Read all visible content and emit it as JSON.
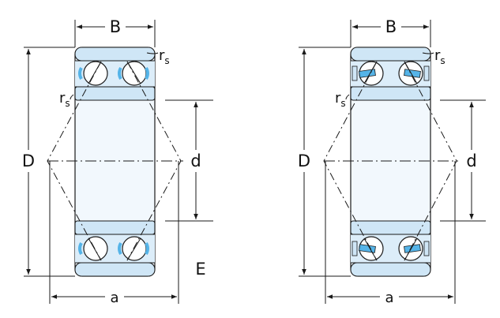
{
  "left": {
    "width_label": "B",
    "outer_dia_label": "D",
    "bore_label": "d",
    "offset_label": "a",
    "radius_top": {
      "main": "r",
      "sub": "s"
    },
    "radius_inner": {
      "main": "r",
      "sub": "s"
    },
    "suffix_label": "E"
  },
  "right": {
    "width_label": "B",
    "outer_dia_label": "D",
    "bore_label": "d",
    "offset_label": "a",
    "radius_top": {
      "main": "r",
      "sub": "s"
    },
    "radius_inner": {
      "main": "r",
      "sub": "s"
    }
  },
  "colors": {
    "ring_fill": "#cfe6f6",
    "bore_fill": "#f2f8fd",
    "ball_fill": "#ffffff",
    "cage_fill": "#55b4e8",
    "line": "#1a1a1a"
  }
}
